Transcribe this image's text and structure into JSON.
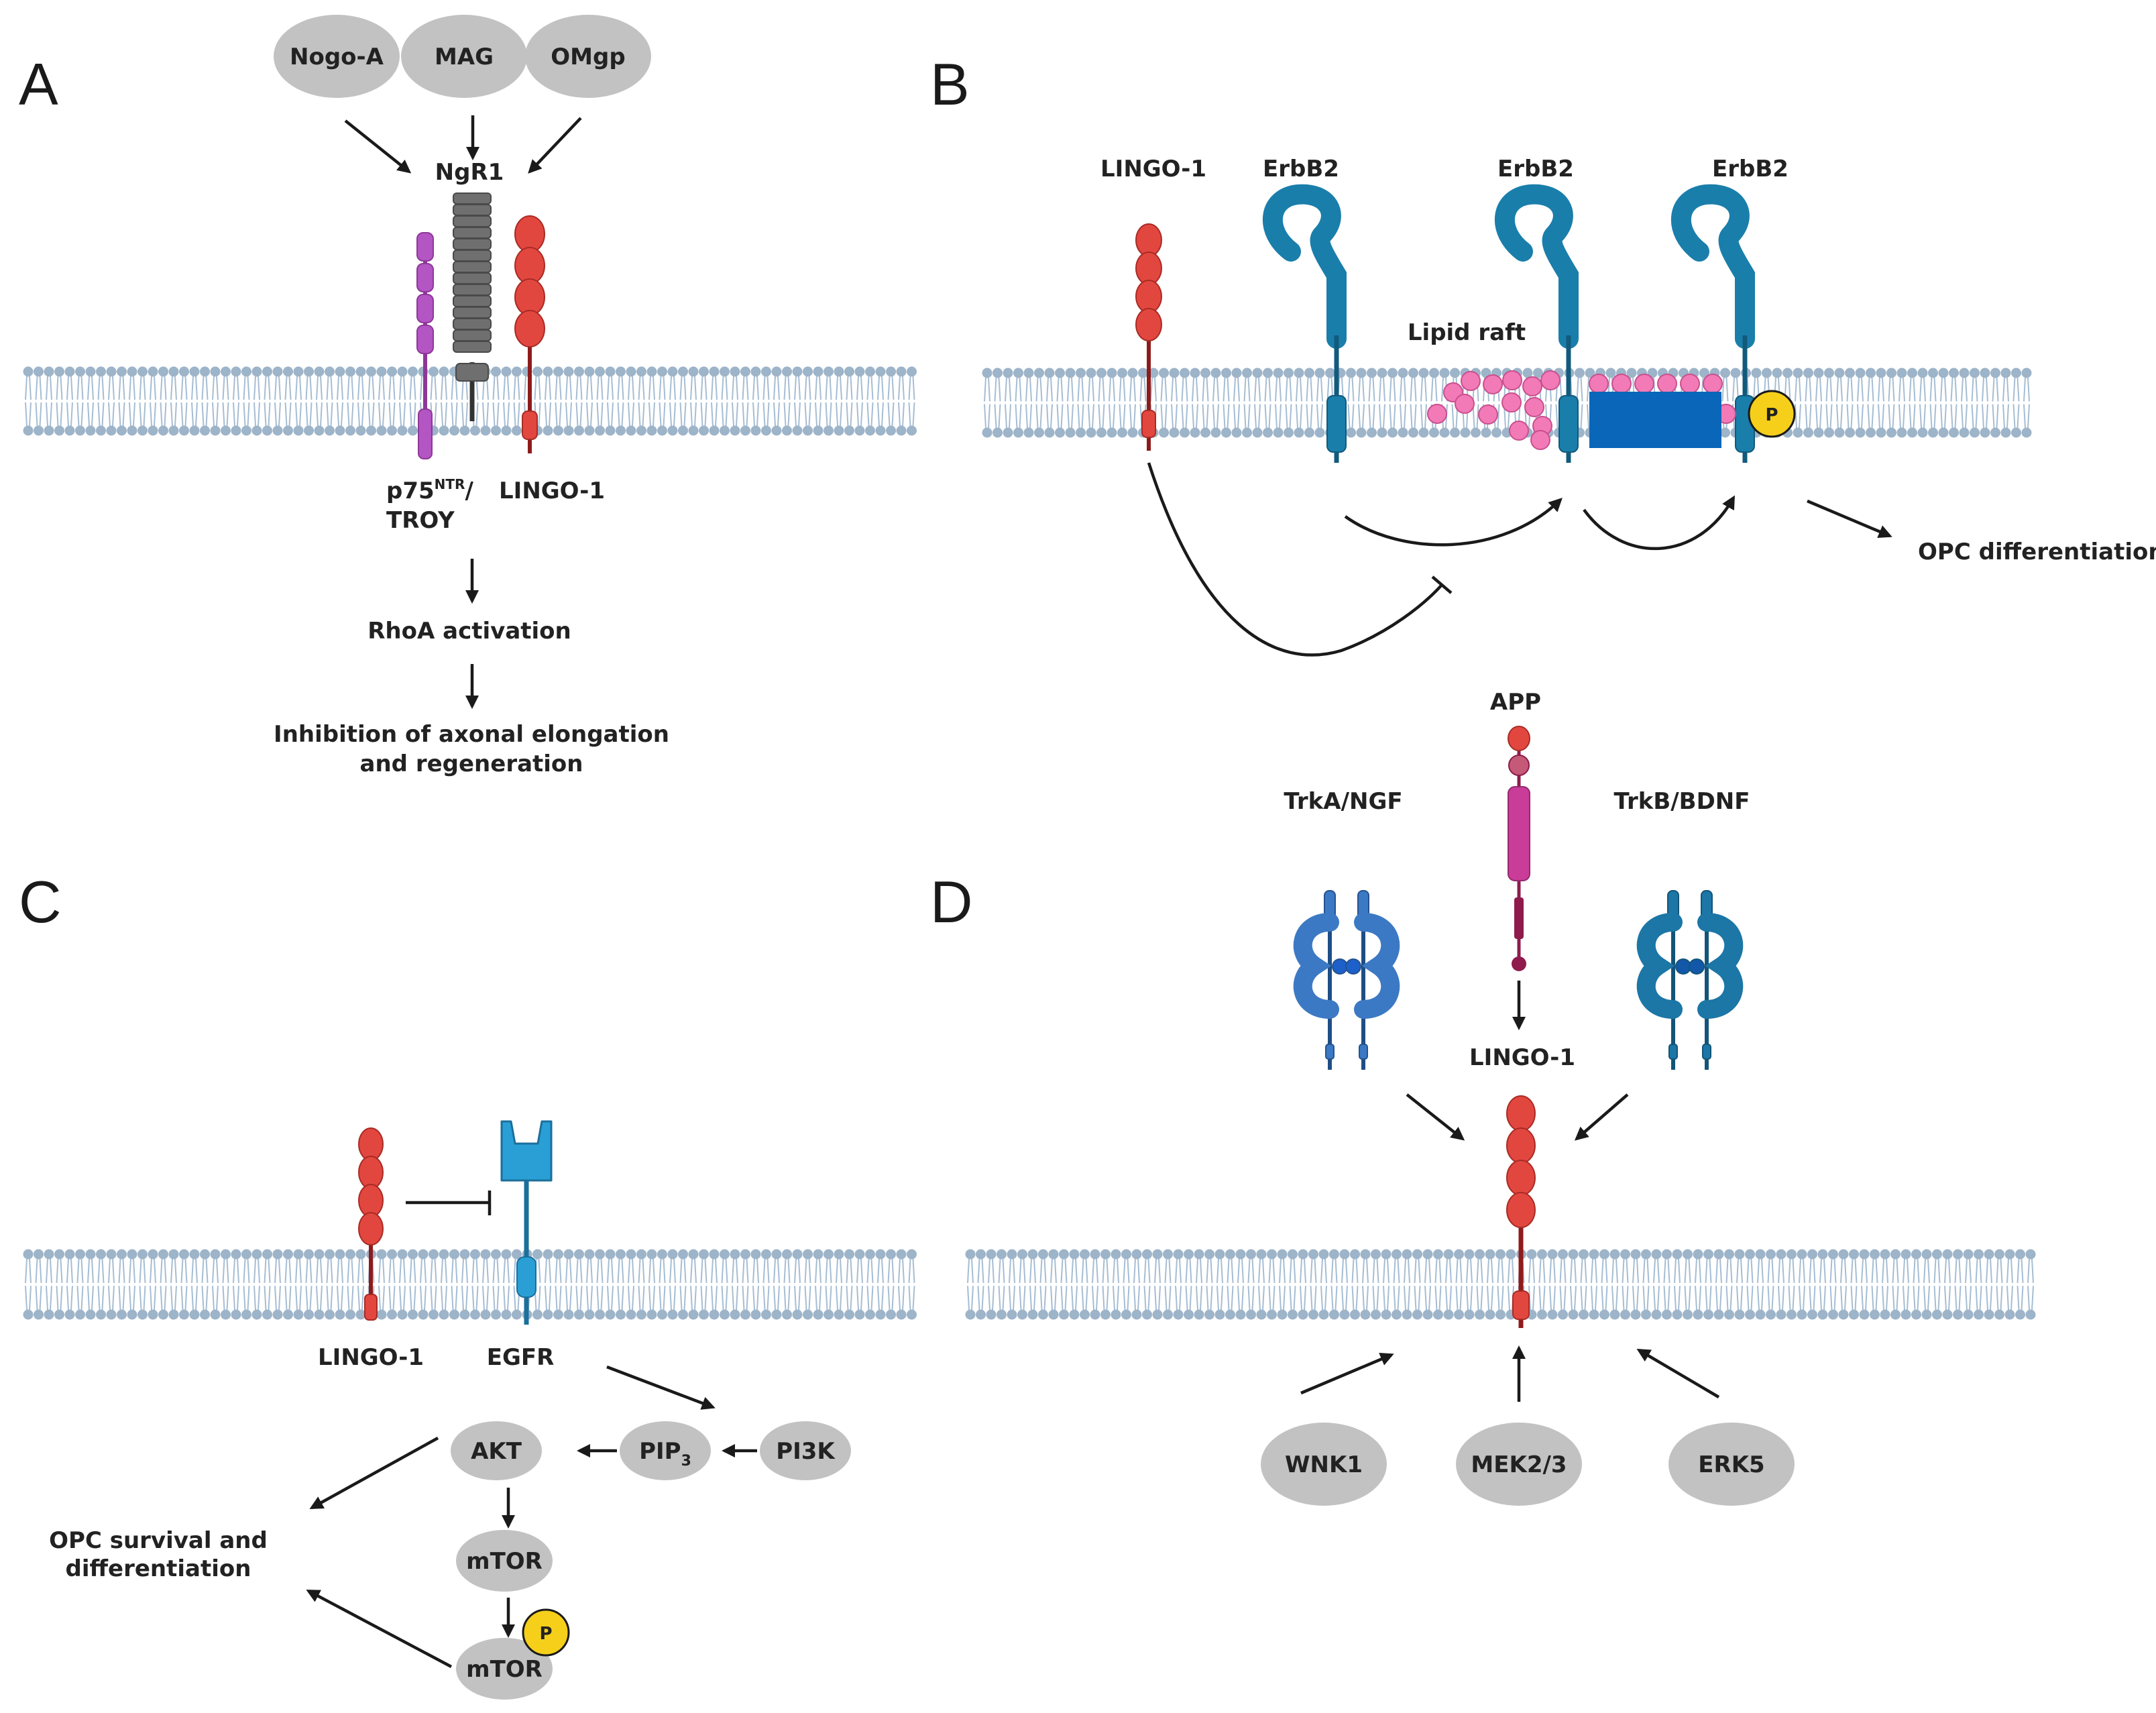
{
  "panels": {
    "A": {
      "label": "A",
      "ligands": [
        "Nogo-A",
        "MAG",
        "OMgp"
      ],
      "receptor": "NgR1",
      "coreceptor_1": "p75",
      "coreceptor_1_sup": "NTR",
      "coreceptor_1_sep": "/",
      "coreceptor_1_line2": "TROY",
      "coreceptor_2": "LINGO-1",
      "outcome_1": "RhoA activation",
      "outcome_2_line1": "Inhibition of axonal elongation",
      "outcome_2_line2": "and regeneration"
    },
    "B": {
      "label": "B",
      "lingo": "LINGO-1",
      "erbb2_1": "ErbB2",
      "erbb2_2": "ErbB2",
      "erbb2_3": "ErbB2",
      "raft": "Lipid raft",
      "phospho": "P",
      "outcome": "OPC differentiation"
    },
    "C": {
      "label": "C",
      "lingo": "LINGO-1",
      "egfr": "EGFR",
      "akt": "AKT",
      "pip3": "PIP",
      "pip3_sub": "3",
      "pi3k": "PI3K",
      "mtor_1": "mTOR",
      "mtor_2": "mTOR",
      "phospho": "P",
      "outcome_line1": "OPC survival and",
      "outcome_line2": "differentiation"
    },
    "D": {
      "label": "D",
      "app": "APP",
      "trka": "TrkA/NGF",
      "trkb": "TrkB/BDNF",
      "lingo": "LINGO-1",
      "wnk1": "WNK1",
      "mek": "MEK2/3",
      "erk5": "ERK5"
    }
  },
  "colors": {
    "membrane_head": "#9db4c9",
    "lingo_red": "#e2473f",
    "lingo_stem": "#8e1b1b",
    "ngr1_grey": "#6f6f6f",
    "p75_purple": "#b455c4",
    "erbb2_blue": "#1a7eab",
    "raft_pink": "#f27ab7",
    "egfr_blue": "#2a9fd6",
    "trka_blue": "#3c79c4",
    "trkb_blue": "#1c76a6",
    "app_magenta": "#c93c98",
    "ellipse_grey": "#c2c2c2",
    "phospho_yellow": "#f6cf1a"
  }
}
